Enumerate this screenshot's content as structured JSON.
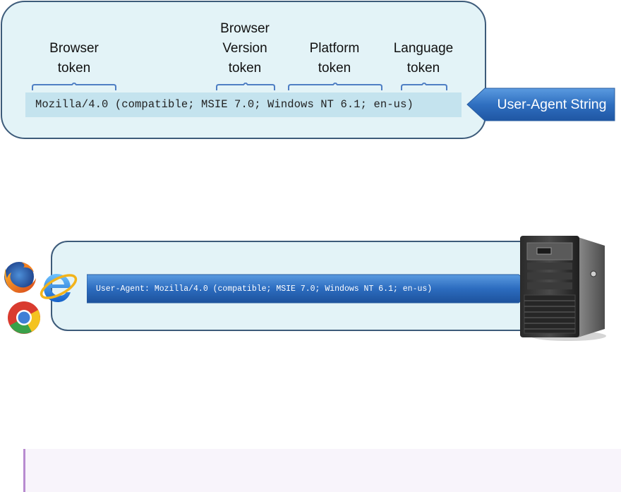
{
  "top": {
    "tokens": [
      {
        "label": "Browser\ntoken"
      },
      {
        "label": "Browser\nVersion\ntoken"
      },
      {
        "label": "Platform\ntoken"
      },
      {
        "label": "Language\ntoken"
      }
    ],
    "user_agent_string": "Mozilla/4.0 (compatible; MSIE 7.0; Windows NT 6.1; en-us)",
    "callout_label": "User-Agent String"
  },
  "bottom": {
    "request_header": "User-Agent: Mozilla/4.0 (compatible; MSIE 7.0; Windows NT 6.1; en-us)",
    "browsers": [
      "firefox-icon",
      "internet-explorer-icon",
      "chrome-icon"
    ],
    "server": "server-tower-icon"
  },
  "colors": {
    "panel_fill": "#e3f3f7",
    "panel_border": "#3d5b7a",
    "ua_bar": "#c4e3ee",
    "arrow_blue": "#2f6fc0",
    "bracket_blue": "#4f7fc4",
    "note_accent": "#b88bd0"
  }
}
